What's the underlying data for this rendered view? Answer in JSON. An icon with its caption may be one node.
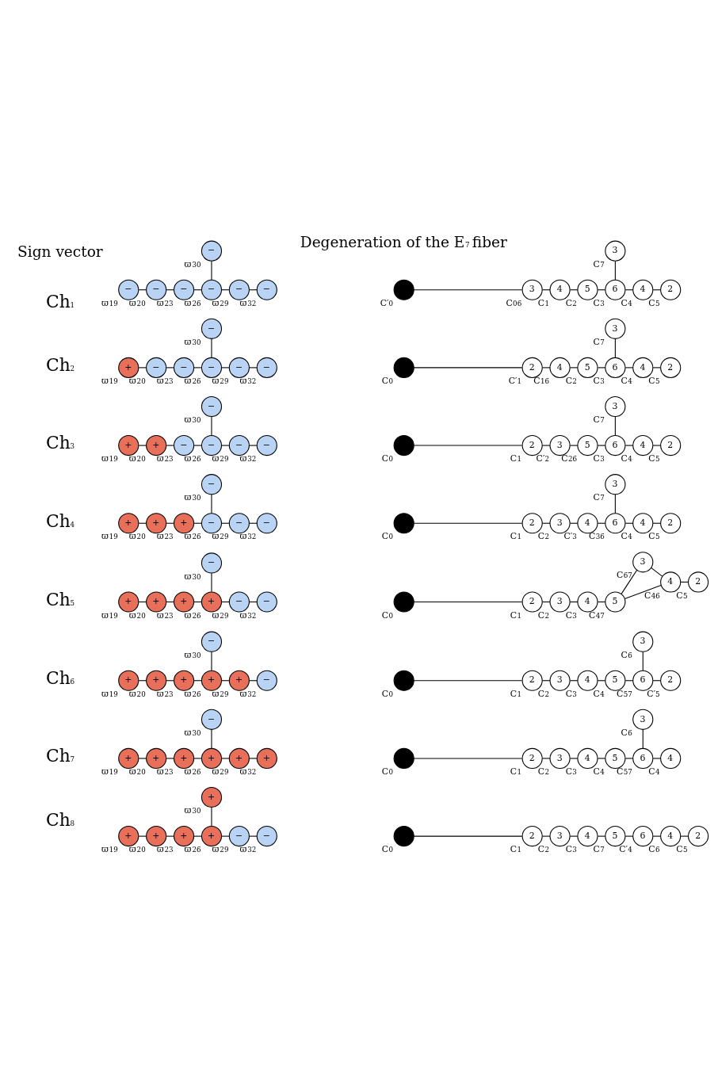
{
  "diagram": {
    "nodes": [
      {
        "text": [
          "−"
        ],
        "beside": [
          "ϖ$_{30}$"
        ]
      },
      {
        "text": [
          "−"
        ],
        "beside": [
          "ϖ$_{19}$"
        ]
      },
      {
        "text": [
          "−"
        ],
        "beside": [
          "ϖ$_{20}$"
        ]
      },
      {
        "text": [
          "−"
        ],
        "beside": [
          "ϖ$_{23}$"
        ]
      },
      {
        "text": [
          "−"
        ],
        "beside": [
          "ϖ$_{26}$"
        ]
      },
      {
        "text": [
          "−"
        ],
        "beside": [
          "ϖ$_{29}$"
        ]
      },
      {
        "text": [
          "−"
        ],
        "beside": [
          "ϖ$_{32}$"
        ]
      },
      {
        "text": [
          "3"
        ],
        "beside": [
          "C$_{7}$"
        ]
      },
      {
        "text": [],
        "shape": "circle",
        "beside": [
          "C′$_{0}$"
        ]
      },
      {
        "text": [
          "3"
        ],
        "beside": [
          "C$_{06}$"
        ]
      },
      {
        "text": [
          "4"
        ],
        "beside": [
          "C$_{1}$"
        ]
      },
      {
        "text": [
          "5"
        ],
        "beside": [
          "C$_{2}$"
        ]
      },
      {
        "text": [
          "6"
        ],
        "beside": [
          "C$_{3}$"
        ]
      },
      {
        "text": [
          "4"
        ],
        "beside": [
          "C$_{4}$"
        ]
      },
      {
        "text": [
          "2"
        ],
        "beside": [
          "C$_{5}$"
        ]
      },
      {
        "text": [
          "−"
        ],
        "beside": [
          "ϖ$_{30}$"
        ]
      },
      {
        "text": [
          "+"
        ],
        "beside": [
          "ϖ$_{19}$"
        ]
      },
      {
        "text": [
          "−"
        ],
        "beside": [
          "ϖ$_{20}$"
        ]
      },
      {
        "text": [
          "−"
        ],
        "beside": [
          "ϖ$_{23}$"
        ]
      },
      {
        "text": [
          "−"
        ],
        "beside": [
          "ϖ$_{26}$"
        ]
      },
      {
        "text": [
          "−"
        ],
        "beside": [
          "ϖ$_{29}$"
        ]
      },
      {
        "text": [
          "−"
        ],
        "beside": [
          "ϖ$_{32}$"
        ]
      },
      {
        "text": [
          "3"
        ],
        "beside": [
          "C$_{7}$"
        ]
      },
      {
        "text": [],
        "shape": "circle",
        "beside": [
          "C$_{0}$"
        ]
      },
      {
        "text": [
          "2"
        ],
        "beside": [
          "C′$_{1}$"
        ]
      },
      {
        "text": [
          "4"
        ],
        "beside": [
          "C$_{16}$"
        ]
      },
      {
        "text": [
          "5"
        ],
        "beside": [
          "C$_{2}$"
        ]
      },
      {
        "text": [
          "6"
        ],
        "beside": [
          "C$_{3}$"
        ]
      },
      {
        "text": [
          "4"
        ],
        "beside": [
          "C$_{4}$"
        ]
      },
      {
        "text": [
          "2"
        ],
        "beside": [
          "C$_{5}$"
        ]
      },
      {
        "text": [
          "−"
        ],
        "beside": [
          "ϖ$_{30}$"
        ]
      },
      {
        "text": [
          "+"
        ],
        "beside": [
          "ϖ$_{19}$"
        ]
      },
      {
        "text": [
          "+"
        ],
        "beside": [
          "ϖ$_{20}$"
        ]
      },
      {
        "text": [
          "−"
        ],
        "beside": [
          "ϖ$_{23}$"
        ]
      },
      {
        "text": [
          "−"
        ],
        "beside": [
          "ϖ$_{26}$"
        ]
      },
      {
        "text": [
          "−"
        ],
        "beside": [
          "ϖ$_{29}$"
        ]
      },
      {
        "text": [
          "−"
        ],
        "beside": [
          "ϖ$_{32}$"
        ]
      },
      {
        "text": [
          "3"
        ],
        "beside": [
          "C$_{7}$"
        ]
      },
      {
        "text": [],
        "shape": "circle",
        "beside": [
          "C$_{0}$"
        ]
      },
      {
        "text": [
          "2"
        ],
        "beside": [
          "C$_{1}$"
        ]
      },
      {
        "text": [
          "3"
        ],
        "beside": [
          "C′$_{2}$"
        ]
      },
      {
        "text": [
          "5"
        ],
        "beside": [
          "C$_{26}$"
        ]
      },
      {
        "text": [
          "6"
        ],
        "beside": [
          "C$_{3}$"
        ]
      },
      {
        "text": [
          "4"
        ],
        "beside": [
          "C$_{4}$"
        ]
      },
      {
        "text": [
          "2"
        ],
        "beside": [
          "C$_{5}$"
        ]
      },
      {
        "text": [
          "−"
        ],
        "beside": [
          "ϖ$_{30}$"
        ]
      },
      {
        "text": [
          "+"
        ],
        "beside": [
          "ϖ$_{19}$"
        ]
      },
      {
        "text": [
          "+"
        ],
        "beside": [
          "ϖ$_{20}$"
        ]
      },
      {
        "text": [
          "+"
        ],
        "beside": [
          "ϖ$_{23}$"
        ]
      },
      {
        "text": [
          "−"
        ],
        "beside": [
          "ϖ$_{26}$"
        ]
      },
      {
        "text": [
          "−"
        ],
        "beside": [
          "ϖ$_{29}$"
        ]
      },
      {
        "text": [
          "−"
        ],
        "beside": [
          "ϖ$_{32}$"
        ]
      },
      {
        "text": [
          "3"
        ],
        "beside": [
          "C$_{7}$"
        ]
      },
      {
        "text": [],
        "shape": "circle",
        "beside": [
          "C$_{0}$"
        ]
      },
      {
        "text": [
          "2"
        ],
        "beside": [
          "C$_{1}$"
        ]
      },
      {
        "text": [
          "3"
        ],
        "beside": [
          "C$_{2}$"
        ]
      },
      {
        "text": [
          "4"
        ],
        "beside": [
          "C′$_{3}$"
        ]
      },
      {
        "text": [
          "6"
        ],
        "beside": [
          "C$_{36}$"
        ]
      },
      {
        "text": [
          "4"
        ],
        "beside": [
          "C$_{4}$"
        ]
      },
      {
        "text": [
          "2"
        ],
        "beside": [
          "C$_{5}$"
        ]
      },
      {
        "text": [
          "−"
        ],
        "beside": [
          "ϖ$_{30}$"
        ]
      },
      {
        "text": [
          "+"
        ],
        "beside": [
          "ϖ$_{19}$"
        ]
      },
      {
        "text": [
          "+"
        ],
        "beside": [
          "ϖ$_{20}$"
        ]
      },
      {
        "text": [
          "+"
        ],
        "beside": [
          "ϖ$_{23}$"
        ]
      },
      {
        "text": [
          "+"
        ],
        "beside": [
          "ϖ$_{26}$"
        ]
      },
      {
        "text": [
          "−"
        ],
        "beside": [
          "ϖ$_{29}$"
        ]
      },
      {
        "text": [
          "−"
        ],
        "beside": [
          "ϖ$_{32}$"
        ]
      },
      {
        "text": [
          "3"
        ],
        "beside": [
          "C$_{67}$"
        ]
      },
      {
        "text": [],
        "shape": "circle",
        "beside": [
          "C$_{0}$"
        ]
      },
      {
        "text": [
          "2"
        ],
        "beside": [
          "C$_{1}$"
        ]
      },
      {
        "text": [
          "3"
        ],
        "beside": [
          "C$_{2}$"
        ]
      },
      {
        "text": [
          "4"
        ],
        "beside": [
          "C$_{3}$"
        ]
      },
      {
        "text": [
          "5"
        ],
        "beside": [
          "C$_{47}$"
        ]
      },
      {
        "text": [
          "4"
        ],
        "beside": [
          "C$_{46}$"
        ]
      },
      {
        "text": [
          "2"
        ],
        "beside": [
          "C$_{5}$"
        ]
      },
      {
        "text": [
          "−"
        ],
        "beside": [
          "ϖ$_{30}$"
        ]
      },
      {
        "text": [
          "+"
        ],
        "beside": [
          "ϖ$_{19}$"
        ]
      },
      {
        "text": [
          "+"
        ],
        "beside": [
          "ϖ$_{20}$"
        ]
      },
      {
        "text": [
          "+"
        ],
        "beside": [
          "ϖ$_{23}$"
        ]
      },
      {
        "text": [
          "+"
        ],
        "beside": [
          "ϖ$_{26}$"
        ]
      },
      {
        "text": [
          "+"
        ],
        "beside": [
          "ϖ$_{29}$"
        ]
      },
      {
        "text": [
          "−"
        ],
        "beside": [
          "ϖ$_{32}$"
        ]
      },
      {
        "text": [
          "3"
        ],
        "beside": [
          "C$_{6}$"
        ]
      },
      {
        "text": [],
        "shape": "circle",
        "beside": [
          "C$_{0}$"
        ]
      },
      {
        "text": [
          "2"
        ],
        "beside": [
          "C$_{1}$"
        ]
      },
      {
        "text": [
          "3"
        ],
        "beside": [
          "C$_{2}$"
        ]
      },
      {
        "text": [
          "4"
        ],
        "beside": [
          "C$_{3}$"
        ]
      },
      {
        "text": [
          "5"
        ],
        "beside": [
          "C$_{4}$"
        ]
      },
      {
        "text": [
          "6"
        ],
        "beside": [
          "C$_{57}$"
        ]
      },
      {
        "text": [
          "2"
        ],
        "beside": [
          "C′$_{5}$"
        ]
      },
      {
        "text": [
          "−"
        ],
        "beside": [
          "ϖ$_{30}$"
        ]
      },
      {
        "text": [
          "+"
        ],
        "beside": [
          "ϖ$_{19}$"
        ]
      },
      {
        "text": [
          "+"
        ],
        "beside": [
          "ϖ$_{20}$"
        ]
      },
      {
        "text": [
          "+"
        ],
        "beside": [
          "ϖ$_{23}$"
        ]
      },
      {
        "text": [
          "+"
        ],
        "beside": [
          "ϖ$_{26}$"
        ]
      },
      {
        "text": [
          "+"
        ],
        "beside": [
          "ϖ$_{29}$"
        ]
      },
      {
        "text": [
          "+"
        ],
        "beside": [
          "ϖ$_{32}$"
        ]
      },
      {
        "text": [
          "3"
        ],
        "beside": [
          "C$_{6}$"
        ]
      },
      {
        "text": [],
        "shape": "circle",
        "beside": [
          "C$_{0}$"
        ]
      },
      {
        "text": [
          "2"
        ],
        "beside": [
          "C$_{1}$"
        ]
      },
      {
        "text": [
          "3"
        ],
        "beside": [
          "C$_{2}$"
        ]
      },
      {
        "text": [
          "4"
        ],
        "beside": [
          "C$_{3}$"
        ]
      },
      {
        "text": [
          "5"
        ],
        "beside": [
          "C$_{4}$"
        ]
      },
      {
        "text": [
          "6"
        ],
        "beside": [
          "C$_{57}$"
        ]
      },
      {
        "text": [
          "4"
        ],
        "beside": [
          "C$_{4}$"
        ]
      },
      {
        "text": [
          "+"
        ],
        "beside": [
          "ϖ$_{30}$"
        ]
      },
      {
        "text": [
          "+"
        ],
        "beside": [
          "ϖ$_{19}$"
        ]
      },
      {
        "text": [
          "+"
        ],
        "beside": [
          "ϖ$_{20}$"
        ]
      },
      {
        "text": [
          "+"
        ],
        "beside": [
          "ϖ$_{23}$"
        ]
      },
      {
        "text": [
          "+"
        ],
        "beside": [
          "ϖ$_{26}$"
        ]
      },
      {
        "text": [
          "−"
        ],
        "beside": [
          "ϖ$_{29}$"
        ]
      },
      {
        "text": [
          "−"
        ],
        "beside": [
          "ϖ$_{32}$"
        ]
      },
      {
        "text": [],
        "shape": "circle",
        "beside": [
          "C$_{0}$"
        ]
      },
      {
        "text": [
          "2"
        ],
        "beside": [
          "C$_{1}$"
        ]
      },
      {
        "text": [
          "3"
        ],
        "beside": [
          "C$_{2}$"
        ]
      },
      {
        "text": [
          "4"
        ],
        "beside": [
          "C$_{3}$"
        ]
      },
      {
        "text": [
          "5"
        ],
        "beside": [
          "C$_{7}$"
        ]
      },
      {
        "text": [
          "6"
        ],
        "beside": [
          "C′$_{4}$"
        ]
      },
      {
        "text": [
          "4"
        ],
        "beside": [
          "C$_{6}$"
        ]
      },
      {
        "text": [
          "2"
        ],
        "beside": [
          "C$_{5}$"
        ]
      }
    ],
    "edges": [
      {
        "from": 1,
        "to": 2,
        "arrow": "none"
      },
      {
        "from": 2,
        "to": 3,
        "arrow": "none"
      },
      {
        "from": 3,
        "to": 4,
        "arrow": "none"
      },
      {
        "from": 4,
        "to": 5,
        "arrow": "none"
      },
      {
        "from": 5,
        "to": 6,
        "arrow": "none"
      },
      {
        "from": 0,
        "to": 4,
        "arrow": "none"
      },
      {
        "from": 8,
        "to": 9,
        "arrow": "none"
      },
      {
        "from": 9,
        "to": 10,
        "arrow": "none"
      },
      {
        "from": 10,
        "to": 11,
        "arrow": "none"
      },
      {
        "from": 11,
        "to": 12,
        "arrow": "none"
      },
      {
        "from": 12,
        "to": 13,
        "arrow": "none"
      },
      {
        "from": 13,
        "to": 14,
        "arrow": "none"
      },
      {
        "from": 7,
        "to": 12,
        "arrow": "none"
      },
      {
        "from": 16,
        "to": 17,
        "arrow": "none"
      },
      {
        "from": 17,
        "to": 18,
        "arrow": "none"
      },
      {
        "from": 18,
        "to": 19,
        "arrow": "none"
      },
      {
        "from": 19,
        "to": 20,
        "arrow": "none"
      },
      {
        "from": 20,
        "to": 21,
        "arrow": "none"
      },
      {
        "from": 15,
        "to": 19,
        "arrow": "none"
      },
      {
        "from": 23,
        "to": 24,
        "arrow": "none"
      },
      {
        "from": 24,
        "to": 25,
        "arrow": "none"
      },
      {
        "from": 25,
        "to": 26,
        "arrow": "none"
      },
      {
        "from": 26,
        "to": 27,
        "arrow": "none"
      },
      {
        "from": 27,
        "to": 28,
        "arrow": "none"
      },
      {
        "from": 28,
        "to": 29,
        "arrow": "none"
      },
      {
        "from": 22,
        "to": 27,
        "arrow": "none"
      },
      {
        "from": 31,
        "to": 32,
        "arrow": "none"
      },
      {
        "from": 32,
        "to": 33,
        "arrow": "none"
      },
      {
        "from": 33,
        "to": 34,
        "arrow": "none"
      },
      {
        "from": 34,
        "to": 35,
        "arrow": "none"
      },
      {
        "from": 35,
        "to": 36,
        "arrow": "none"
      },
      {
        "from": 30,
        "to": 34,
        "arrow": "none"
      },
      {
        "from": 38,
        "to": 39,
        "arrow": "none"
      },
      {
        "from": 39,
        "to": 40,
        "arrow": "none"
      },
      {
        "from": 40,
        "to": 41,
        "arrow": "none"
      },
      {
        "from": 41,
        "to": 42,
        "arrow": "none"
      },
      {
        "from": 42,
        "to": 43,
        "arrow": "none"
      },
      {
        "from": 43,
        "to": 44,
        "arrow": "none"
      },
      {
        "from": 37,
        "to": 42,
        "arrow": "none"
      },
      {
        "from": 46,
        "to": 47,
        "arrow": "none"
      },
      {
        "from": 47,
        "to": 48,
        "arrow": "none"
      },
      {
        "from": 48,
        "to": 49,
        "arrow": "none"
      },
      {
        "from": 49,
        "to": 50,
        "arrow": "none"
      },
      {
        "from": 50,
        "to": 51,
        "arrow": "none"
      },
      {
        "from": 45,
        "to": 49,
        "arrow": "none"
      },
      {
        "from": 53,
        "to": 54,
        "arrow": "none"
      },
      {
        "from": 54,
        "to": 55,
        "arrow": "none"
      },
      {
        "from": 55,
        "to": 56,
        "arrow": "none"
      },
      {
        "from": 56,
        "to": 57,
        "arrow": "none"
      },
      {
        "from": 57,
        "to": 58,
        "arrow": "none"
      },
      {
        "from": 58,
        "to": 59,
        "arrow": "none"
      },
      {
        "from": 52,
        "to": 57,
        "arrow": "none"
      },
      {
        "from": 61,
        "to": 62,
        "arrow": "none"
      },
      {
        "from": 62,
        "to": 63,
        "arrow": "none"
      },
      {
        "from": 63,
        "to": 64,
        "arrow": "none"
      },
      {
        "from": 64,
        "to": 65,
        "arrow": "none"
      },
      {
        "from": 65,
        "to": 66,
        "arrow": "none"
      },
      {
        "from": 60,
        "to": 64,
        "arrow": "none"
      },
      {
        "from": 68,
        "to": 69,
        "arrow": "none"
      },
      {
        "from": 69,
        "to": 70,
        "arrow": "none"
      },
      {
        "from": 70,
        "to": 71,
        "arrow": "none"
      },
      {
        "from": 71,
        "to": 72,
        "arrow": "none"
      },
      {
        "from": 72,
        "to": 67,
        "arrow": "none"
      },
      {
        "from": 72,
        "to": 73,
        "arrow": "none"
      },
      {
        "from": 67,
        "to": 73,
        "arrow": "none"
      },
      {
        "from": 73,
        "to": 74,
        "arrow": "none"
      },
      {
        "from": 76,
        "to": 77,
        "arrow": "none"
      },
      {
        "from": 77,
        "to": 78,
        "arrow": "none"
      },
      {
        "from": 78,
        "to": 79,
        "arrow": "none"
      },
      {
        "from": 79,
        "to": 80,
        "arrow": "none"
      },
      {
        "from": 80,
        "to": 81,
        "arrow": "none"
      },
      {
        "from": 75,
        "to": 79,
        "arrow": "none"
      },
      {
        "from": 83,
        "to": 84,
        "arrow": "none"
      },
      {
        "from": 84,
        "to": 85,
        "arrow": "none"
      },
      {
        "from": 85,
        "to": 86,
        "arrow": "none"
      },
      {
        "from": 86,
        "to": 87,
        "arrow": "none"
      },
      {
        "from": 87,
        "to": 88,
        "arrow": "none"
      },
      {
        "from": 88,
        "to": 89,
        "arrow": "none"
      },
      {
        "from": 82,
        "to": 88,
        "arrow": "none"
      },
      {
        "from": 91,
        "to": 92,
        "arrow": "none"
      },
      {
        "from": 92,
        "to": 93,
        "arrow": "none"
      },
      {
        "from": 93,
        "to": 94,
        "arrow": "none"
      },
      {
        "from": 94,
        "to": 95,
        "arrow": "none"
      },
      {
        "from": 95,
        "to": 96,
        "arrow": "none"
      },
      {
        "from": 90,
        "to": 94,
        "arrow": "none"
      },
      {
        "from": 98,
        "to": 99,
        "arrow": "none"
      },
      {
        "from": 99,
        "to": 100,
        "arrow": "none"
      },
      {
        "from": 100,
        "to": 101,
        "arrow": "none"
      },
      {
        "from": 101,
        "to": 102,
        "arrow": "none"
      },
      {
        "from": 102,
        "to": 103,
        "arrow": "none"
      },
      {
        "from": 103,
        "to": 104,
        "arrow": "none"
      },
      {
        "from": 97,
        "to": 103,
        "arrow": "none"
      },
      {
        "from": 106,
        "to": 107,
        "arrow": "none"
      },
      {
        "from": 107,
        "to": 108,
        "arrow": "none"
      },
      {
        "from": 108,
        "to": 109,
        "arrow": "none"
      },
      {
        "from": 109,
        "to": 110,
        "arrow": "none"
      },
      {
        "from": 110,
        "to": 111,
        "arrow": "none"
      },
      {
        "from": 105,
        "to": 109,
        "arrow": "none"
      },
      {
        "from": 112,
        "to": 113,
        "arrow": "none"
      },
      {
        "from": 113,
        "to": 114,
        "arrow": "none"
      },
      {
        "from": 114,
        "to": 115,
        "arrow": "none"
      },
      {
        "from": 115,
        "to": 116,
        "arrow": "none"
      },
      {
        "from": 116,
        "to": 117,
        "arrow": "none"
      },
      {
        "from": 117,
        "to": 118,
        "arrow": "none"
      },
      {
        "from": 118,
        "to": 119,
        "arrow": "none"
      }
    ],
    "labels": [
      "Sign vector",
      "Degeneration of the E$_{7}$ fiber",
      "Ch$_{1}$",
      "Ch$_{2}$",
      "Ch$_{3}$",
      "Ch$_{4}$",
      "Ch$_{5}$",
      "Ch$_{6}$",
      "Ch$_{7}$",
      "Ch$_{8}$"
    ]
  }
}
